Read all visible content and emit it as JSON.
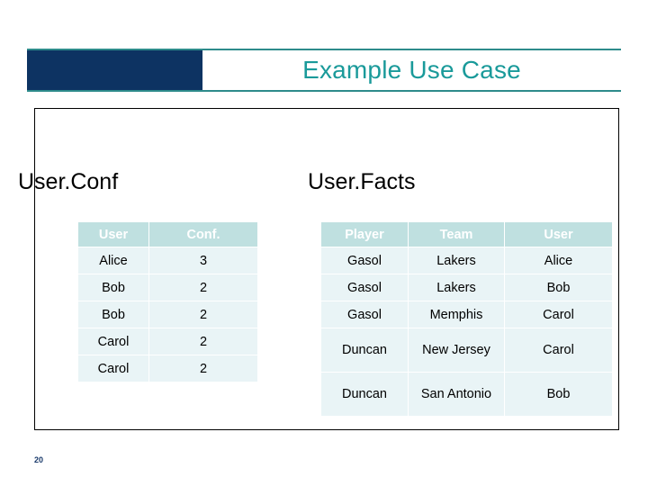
{
  "slide": {
    "title": "Example Use Case",
    "page_number": "20",
    "accent_teal": "#1a9a9a",
    "navy": "#0d3362",
    "table_header_bg": "#bfe0e0",
    "table_cell_bg": "#e9f4f6"
  },
  "left_section": {
    "heading": "User.Conf",
    "table": {
      "columns": [
        "User",
        "Conf."
      ],
      "rows": [
        [
          "Alice",
          "3"
        ],
        [
          "Bob",
          "2"
        ],
        [
          "Bob",
          "2"
        ],
        [
          "Carol",
          "2"
        ],
        [
          "Carol",
          "2"
        ]
      ]
    }
  },
  "right_section": {
    "heading": "User.Facts",
    "table": {
      "columns": [
        "Player",
        "Team",
        "User"
      ],
      "rows": [
        [
          "Gasol",
          "Lakers",
          "Alice"
        ],
        [
          "Gasol",
          "Lakers",
          "Bob"
        ],
        [
          "Gasol",
          "Memphis",
          "Carol"
        ],
        [
          "Duncan",
          "New Jersey",
          "Carol"
        ],
        [
          "Duncan",
          "San Antonio",
          "Bob"
        ]
      ]
    }
  }
}
